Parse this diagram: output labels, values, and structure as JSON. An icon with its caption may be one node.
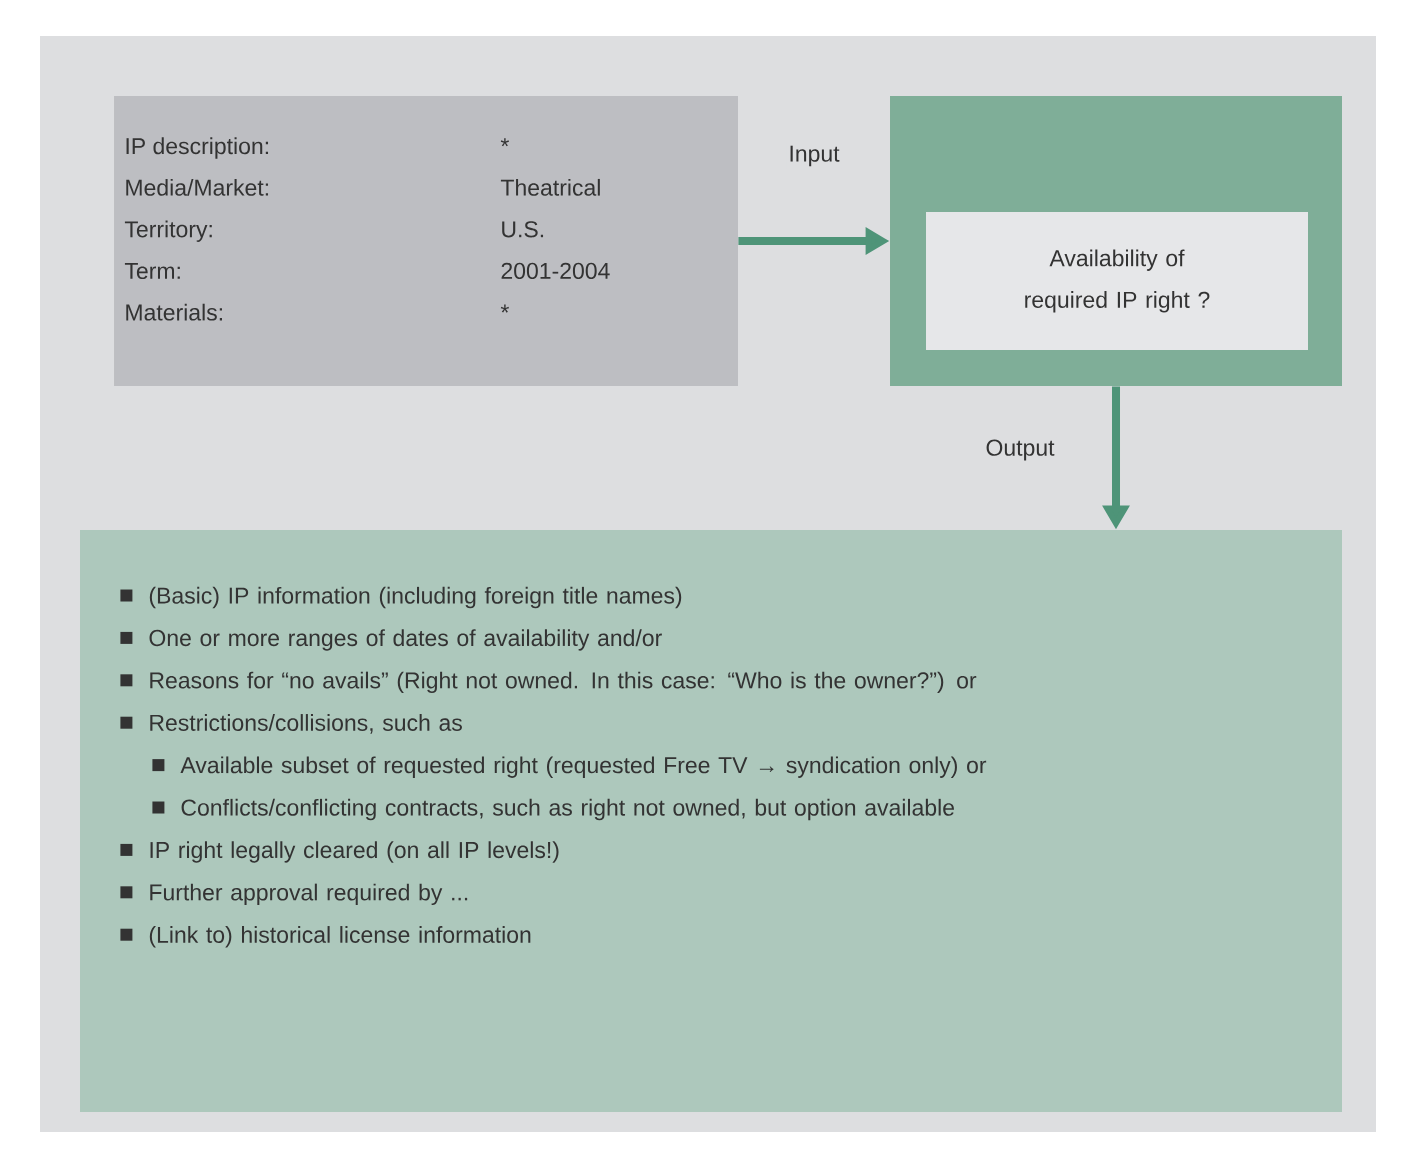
{
  "diagram": {
    "nodes": [
      {
        "text": [
          "IP description:",
          "*",
          "Media/Market:",
          "Theatrical",
          "Territory:",
          "U.S.",
          "Term:",
          "2001-2004",
          "Materials:",
          "*"
        ]
      },
      {
        "text": [],
        "shape": "box"
      },
      {
        "text": [
          "Availability of required IP right ?"
        ],
        "in": 1
      },
      {
        "text": [
          "(Basic) IP information (including foreign title names)",
          "One or more ranges of dates of availability and/or",
          "Reasons for “no avails” (Right not owned. In this case: “Who is the owner?”) or",
          "Restrictions/collisions, such as",
          "Available subset of requested right (requested Free TV → syndication only) or",
          "Conflicts/conflicting contracts, such as right not owned, but option available",
          "IP right legally cleared (on all IP levels!)",
          "Further approval required by ...",
          "(Link to) historical license information"
        ]
      }
    ],
    "edges": [
      {
        "from": 0,
        "to": 1,
        "arrow": "to",
        "label": "Input"
      },
      {
        "from": 1,
        "to": 3,
        "arrow": "to",
        "label": "Output"
      }
    ]
  }
}
